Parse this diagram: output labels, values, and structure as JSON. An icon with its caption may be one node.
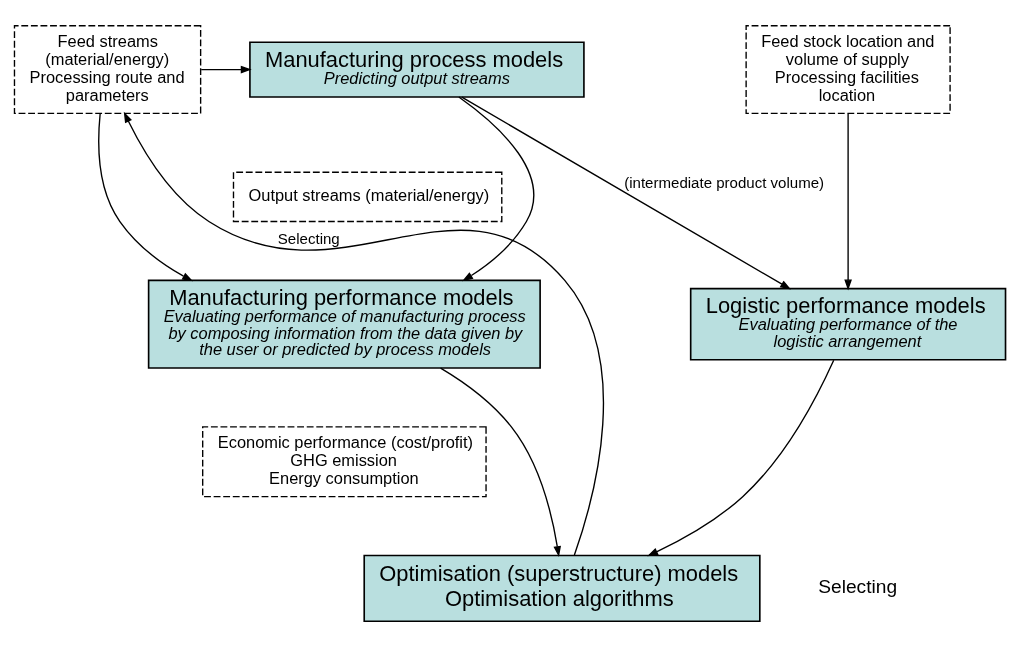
{
  "diagram": {
    "nodes": [
      {
        "text": [
          "Feed streams (material/energy)",
          "Processing route and parameters"
        ]
      },
      {
        "text": [
          "Manufacturing process models",
          "Predicting output streams"
        ]
      },
      {
        "text": [
          "Feed stock location and volume of supply",
          "Processing facilities location"
        ]
      },
      {
        "text": [
          "Output streams (material/energy)"
        ]
      },
      {
        "text": [
          "Manufacturing performance models",
          "Evaluating performance of manufacturing process by composing information from the data given by the user or predicted by process models"
        ]
      },
      {
        "text": [
          "Logistic performance models",
          "Evaluating performance of the logistic arrangement"
        ]
      },
      {
        "text": [
          "Economic performance (cost/profit)",
          "GHG emission",
          "Energy consumption"
        ]
      },
      {
        "text": [
          "Optimisation (superstructure) models",
          "Optimisation algorithms"
        ]
      }
    ],
    "edges": [
      {
        "from": 0,
        "to": 1,
        "arrow": "to"
      },
      {
        "from": 0,
        "to": 4,
        "arrow": "to"
      },
      {
        "from": 1,
        "to": 4,
        "arrow": "to"
      },
      {
        "from": 1,
        "to": 5,
        "arrow": "to",
        "label": "(intermediate product volume)"
      },
      {
        "from": 2,
        "to": 5,
        "arrow": "to"
      },
      {
        "from": 4,
        "to": 7,
        "arrow": "to"
      },
      {
        "from": 5,
        "to": 7,
        "arrow": "to"
      },
      {
        "from": 7,
        "to": 0,
        "arrow": "to",
        "label": "Selecting"
      }
    ],
    "labels": [
      "Selecting"
    ]
  }
}
